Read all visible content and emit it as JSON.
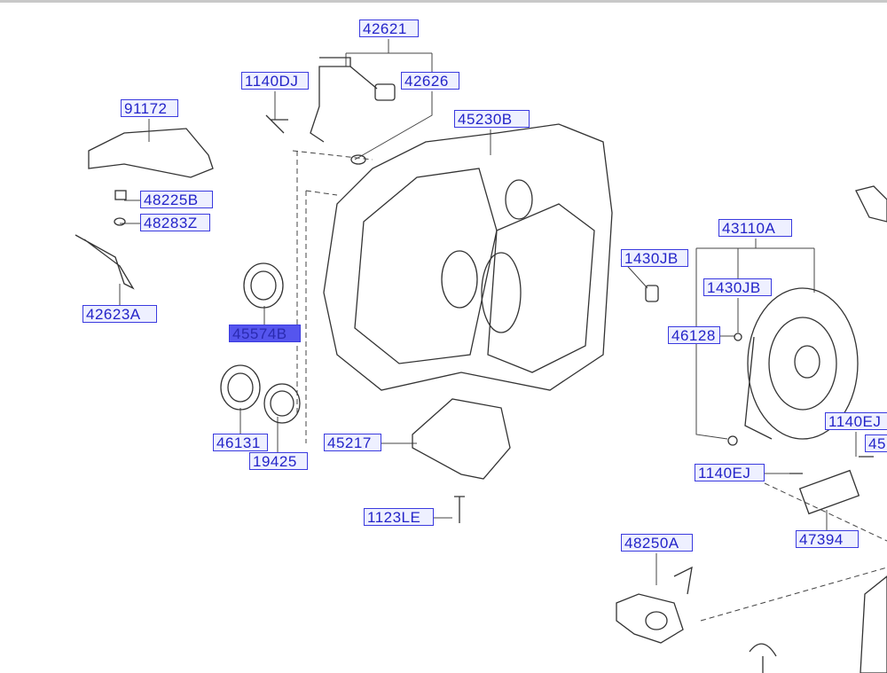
{
  "labels": {
    "p42621": "42621",
    "p1140DJ": "1140DJ",
    "p42626": "42626",
    "p91172": "91172",
    "p45230B": "45230B",
    "p48225B": "48225B",
    "p48283Z": "48283Z",
    "p43110A": "43110A",
    "p1430JB_a": "1430JB",
    "p1430JB_b": "1430JB",
    "p42623A": "42623A",
    "p45574B": "45574B",
    "p46128": "46128",
    "p1140EJ_a": "1140EJ",
    "p45_cut": "45",
    "p46131": "46131",
    "p45217": "45217",
    "p19425": "19425",
    "p1140EJ_b": "1140EJ",
    "p1123LE": "1123LE",
    "p47394": "47394",
    "p48250A": "48250A"
  },
  "selected_part": "45574B",
  "colors": {
    "label_border": "#3a3adf",
    "label_text": "#2323c8",
    "highlight": "#5555ee"
  }
}
